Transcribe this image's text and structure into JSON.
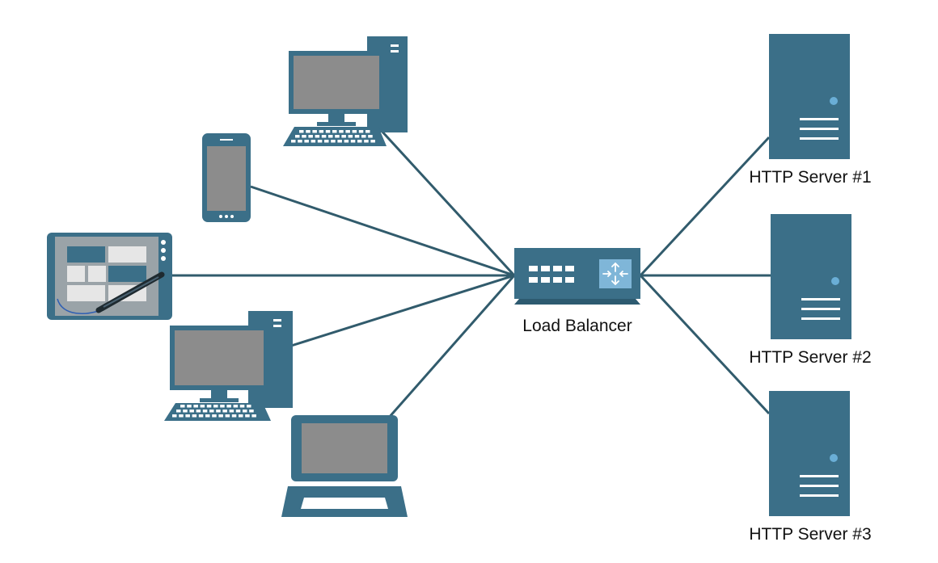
{
  "diagram": {
    "colors": {
      "device": "#3b6f88",
      "device_dark": "#2d5a70",
      "screen": "#8c8c8c",
      "link": "#315b6c",
      "key": "#ffffff",
      "indicator": "#6aaed6",
      "balancer_panel": "#7fb6d8"
    },
    "clients": [
      {
        "icon": "desktop-computer-icon"
      },
      {
        "icon": "smartphone-icon"
      },
      {
        "icon": "tablet-with-stylus-icon"
      },
      {
        "icon": "desktop-computer-icon"
      },
      {
        "icon": "laptop-icon"
      }
    ],
    "load_balancer": {
      "label": "Load Balancer",
      "icon": "load-balancer-icon"
    },
    "servers": [
      {
        "label": "HTTP Server #1",
        "icon": "server-tower-icon"
      },
      {
        "label": "HTTP Server #2",
        "icon": "server-tower-icon"
      },
      {
        "label": "HTTP Server #3",
        "icon": "server-tower-icon"
      }
    ]
  }
}
